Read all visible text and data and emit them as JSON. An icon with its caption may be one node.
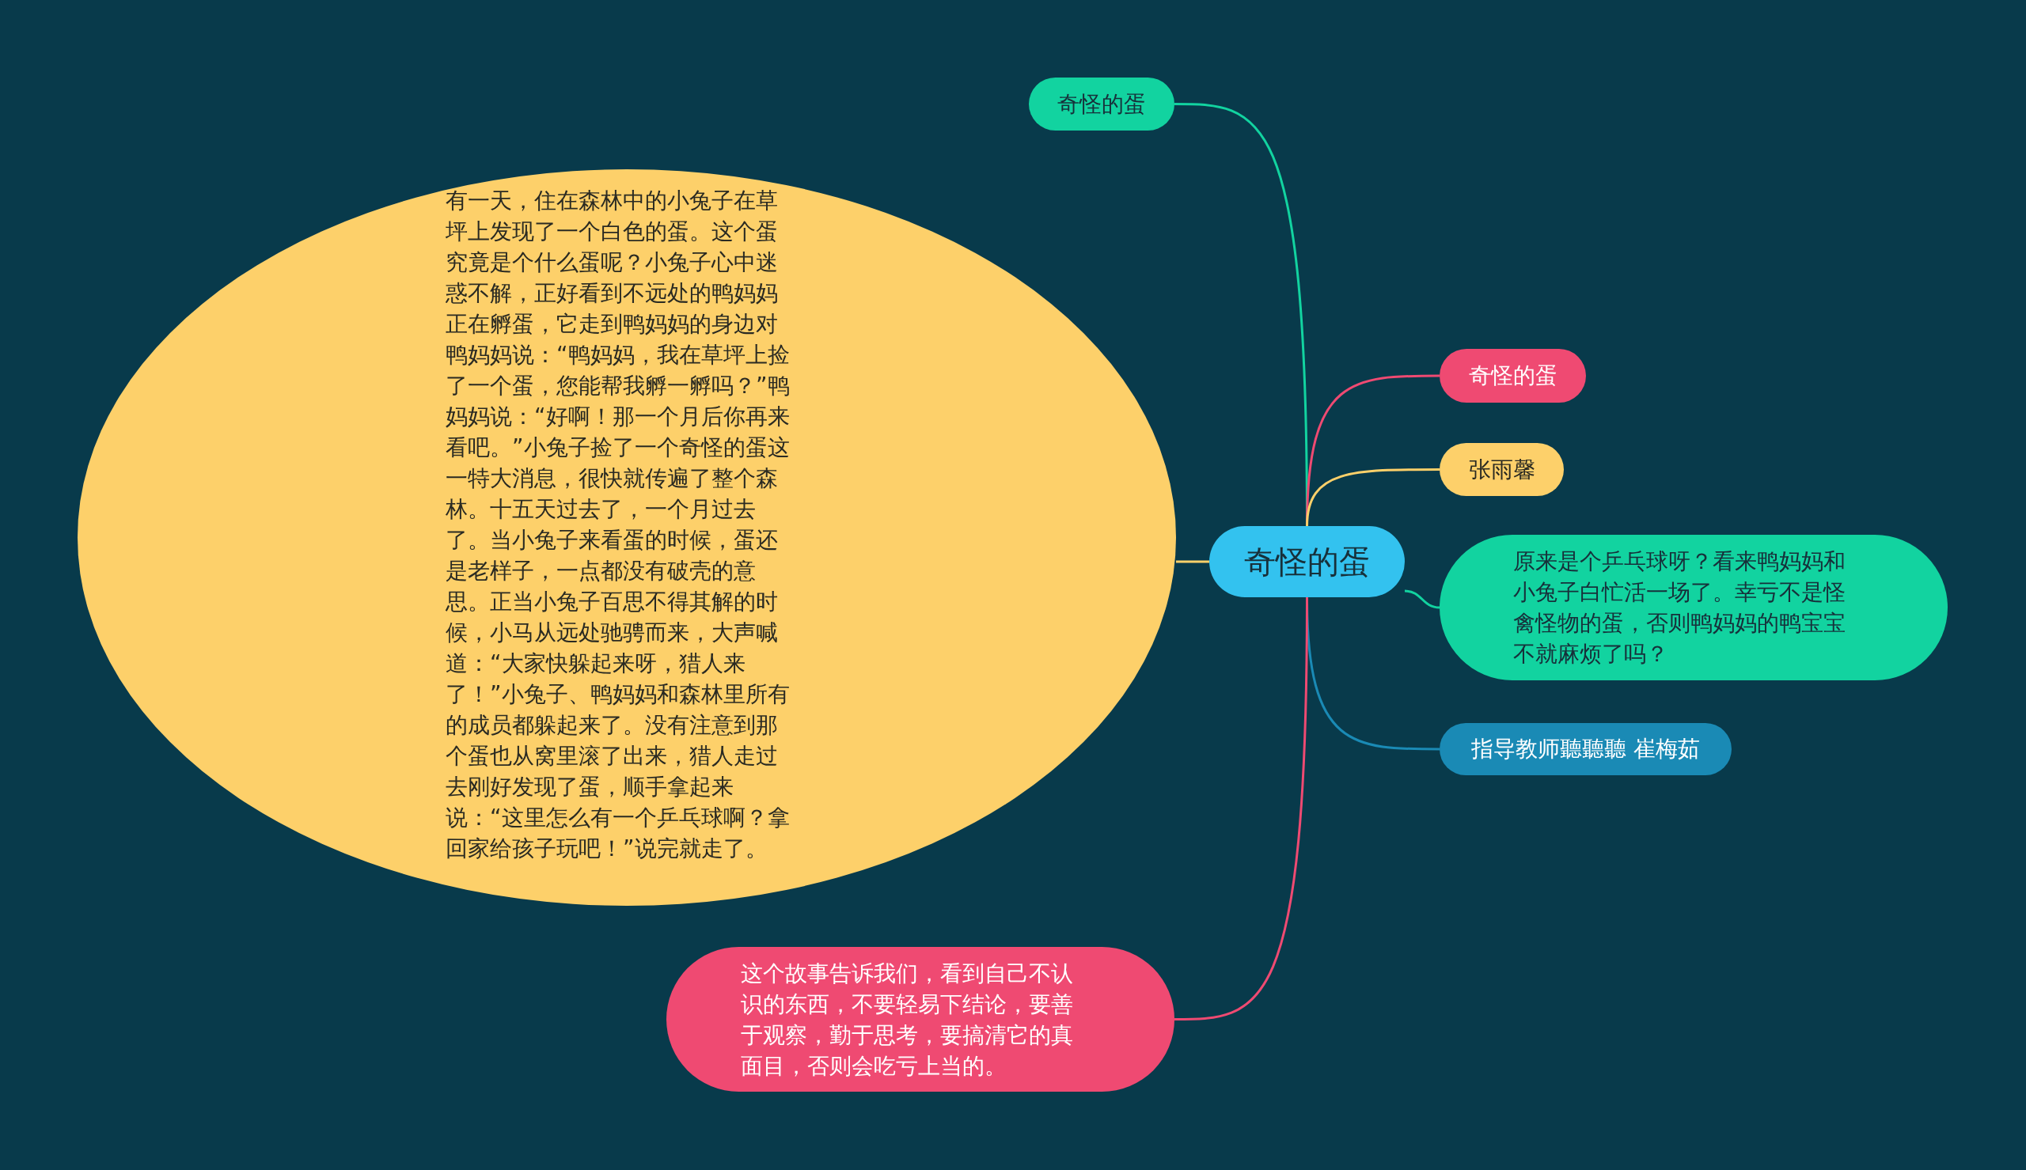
{
  "diagram": {
    "nodes": [
      {
        "text": [
          "奇怪的蛋"
        ]
      },
      {
        "text": [
          "奇怪的蛋"
        ]
      },
      {
        "text": [
          "有一天，住在森林中的小兔子在草坪上发现了一个白色的蛋。这个蛋究竟是个什么蛋呢？小兔子心中迷惑不解，正好看到不远处的鸭妈妈正在孵蛋，它走到鸭妈妈的身边对鸭妈妈说：“鸭妈妈，我在草坪上捡了一个蛋，您能帮我孵一孵吗？”鸭妈妈说：“好啊！那一个月后你再来看吧。”小兔子捡了一个奇怪的蛋这一特大消息，很快就传遍了整个森林。十五天过去了，一个月过去了。当小兔子来看蛋的时候，蛋还是老样子，一点都没有破壳的意思。正当小兔子百思不得其解的时候，小马从远处驰骋而来，大声喊道：“大家快躲起来呀，猎人来了！”小兔子、鸭妈妈和森林里所有的成员都躲起来了。没有注意到那个蛋也从窝里滚了出来，猎人走过去刚好发现了蛋，顺手拿起来说：“这里怎么有一个乒乓球啊？拿回家给孩子玩吧！”说完就走了。"
        ]
      },
      {
        "text": [
          "奇怪的蛋"
        ]
      },
      {
        "text": [
          "张雨馨"
        ]
      },
      {
        "text": [
          "原来是个乒乓球呀？看来鸭妈妈和小兔子白忙活一场了。幸亏不是怪禽怪物的蛋，否则鸭妈妈的鸭宝宝不就麻烦了吗？"
        ]
      },
      {
        "text": [
          "指导教师聽聽聽 崔梅茹"
        ]
      },
      {
        "text": [
          "这个故事告诉我们，看到自己不认识的东西，不要轻易下结论，要善于观察，勤于思考，要搞清它的真面目，否则会吃亏上当的。"
        ]
      }
    ],
    "edges": [
      {
        "from": 0,
        "to": 1,
        "arrow": "none",
        "color": "#12d3a0"
      },
      {
        "from": 0,
        "to": 2,
        "arrow": "none",
        "color": "#fdd06a"
      },
      {
        "from": 0,
        "to": 3,
        "arrow": "none",
        "color": "#ef4a72"
      },
      {
        "from": 0,
        "to": 4,
        "arrow": "none",
        "color": "#fdd06a"
      },
      {
        "from": 0,
        "to": 5,
        "arrow": "none",
        "color": "#12d3a0"
      },
      {
        "from": 0,
        "to": 6,
        "arrow": "none",
        "color": "#1a8ab5"
      },
      {
        "from": 0,
        "to": 7,
        "arrow": "none",
        "color": "#ef4a72"
      }
    ]
  }
}
